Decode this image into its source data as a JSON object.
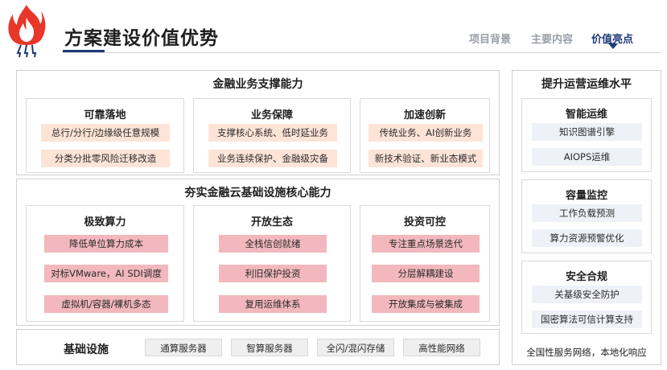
{
  "header": {
    "title": "方案建设价值优势",
    "nav": [
      {
        "label": "项目背景",
        "active": false
      },
      {
        "label": "主要内容",
        "active": false
      },
      {
        "label": "价值亮点",
        "active": true
      }
    ]
  },
  "finance": {
    "title": "金融业务支撑能力",
    "cards": [
      {
        "title": "可靠落地",
        "items": [
          "总行/分行/边缘级任意规模",
          "分类分批零风险迁移改造"
        ]
      },
      {
        "title": "业务保障",
        "items": [
          "支撑核心系统、低时延业务",
          "业务连续保护、金融级灾备"
        ]
      },
      {
        "title": "加速创新",
        "items": [
          "传统业务、AI创新业务",
          "新技术验证、新业态模式"
        ]
      }
    ]
  },
  "cloud": {
    "title": "夯实金融云基础设施核心能力",
    "cards": [
      {
        "title": "极致算力",
        "items": [
          "降低单位算力成本",
          "对标VMware，AI SDI调度",
          "虚拟机/容器/裸机多态"
        ]
      },
      {
        "title": "开放生态",
        "items": [
          "全栈信创就绪",
          "利旧保护投资",
          "复用运维体系"
        ]
      },
      {
        "title": "投资可控",
        "items": [
          "专注重点场景迭代",
          "分层解耦建设",
          "开放集成与被集成"
        ]
      }
    ]
  },
  "infra": {
    "label": "基础设施",
    "items": [
      "通算服务器",
      "智算服务器",
      "全闪/混闪存储",
      "高性能网络"
    ]
  },
  "ops": {
    "title": "提升运营运维水平",
    "cards": [
      {
        "title": "智能运维",
        "items": [
          "知识图谱引擎",
          "AIOPS运维"
        ]
      },
      {
        "title": "容量监控",
        "items": [
          "工作负载预测",
          "算力资源预警优化"
        ]
      },
      {
        "title": "安全合规",
        "items": [
          "关基级安全防护",
          "国密算法可信计算支持"
        ]
      }
    ],
    "footnote": "全国性服务网络，本地化响应"
  },
  "colors": {
    "accent": "#1e3a7a",
    "peach": "#fde4d7",
    "rose": "#f2b8bd",
    "flame": "#e8362b"
  }
}
